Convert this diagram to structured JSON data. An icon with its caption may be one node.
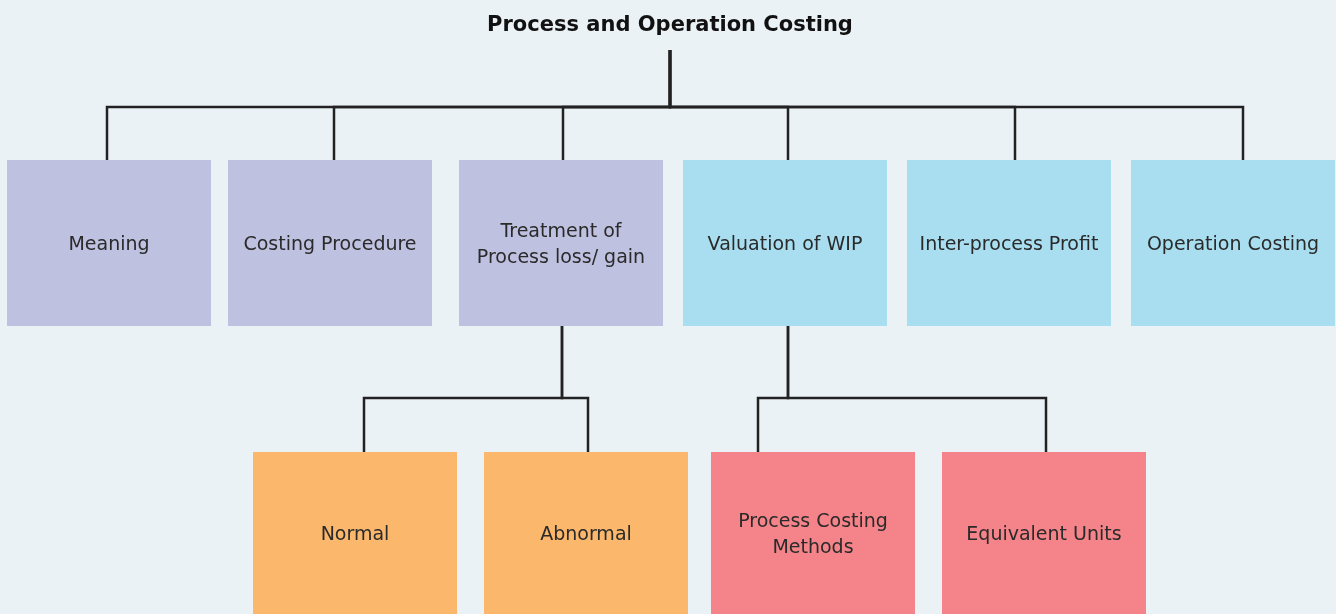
{
  "diagram": {
    "nodes": [
      {
        "text": [
          "Process and Operation Costing"
        ]
      },
      {
        "text": [
          "Meaning"
        ]
      },
      {
        "text": [
          "Costing Procedure"
        ]
      },
      {
        "text": [
          "Treatment of Process loss/ gain"
        ]
      },
      {
        "text": [
          "Valuation of WIP"
        ]
      },
      {
        "text": [
          "Inter-process Profit"
        ]
      },
      {
        "text": [
          "Operation Costing"
        ]
      },
      {
        "text": [
          "Normal"
        ]
      },
      {
        "text": [
          "Abnormal"
        ]
      },
      {
        "text": [
          "Process Costing Methods"
        ]
      },
      {
        "text": [
          "Equivalent Units"
        ]
      }
    ],
    "edges": [
      {
        "from": 0,
        "to": 1,
        "arrow": "none"
      },
      {
        "from": 0,
        "to": 2,
        "arrow": "none"
      },
      {
        "from": 0,
        "to": 3,
        "arrow": "none"
      },
      {
        "from": 0,
        "to": 4,
        "arrow": "none"
      },
      {
        "from": 0,
        "to": 5,
        "arrow": "none"
      },
      {
        "from": 0,
        "to": 6,
        "arrow": "none"
      },
      {
        "from": 3,
        "to": 7,
        "arrow": "none"
      },
      {
        "from": 3,
        "to": 8,
        "arrow": "none"
      },
      {
        "from": 4,
        "to": 9,
        "arrow": "none"
      },
      {
        "from": 4,
        "to": 10,
        "arrow": "none"
      }
    ]
  }
}
